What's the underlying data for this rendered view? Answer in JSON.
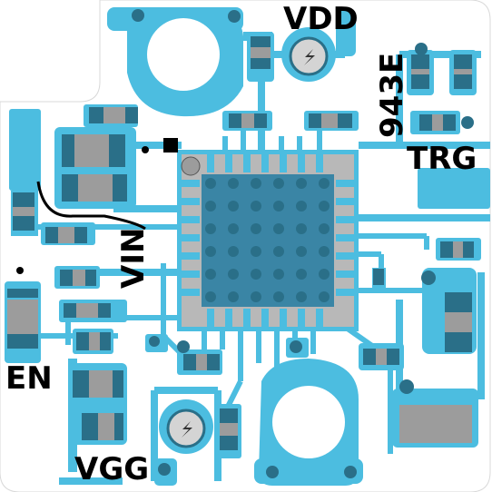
{
  "board": {
    "colors": {
      "substrate": "#ffffff",
      "copper": "#4cbde0",
      "component_body": "#9c9c9c",
      "via": "#2a6f88",
      "ic_body": "#3a85a5",
      "silkscreen": "#000000"
    }
  },
  "labels": {
    "vdd": "VDD",
    "part": "943E",
    "trg": "TRG",
    "vin": "VIN",
    "en": "EN",
    "vgg": "VGG"
  },
  "icons": {
    "test_point": "lightning-bolt-icon",
    "pin1": "pin1-marker-icon"
  }
}
